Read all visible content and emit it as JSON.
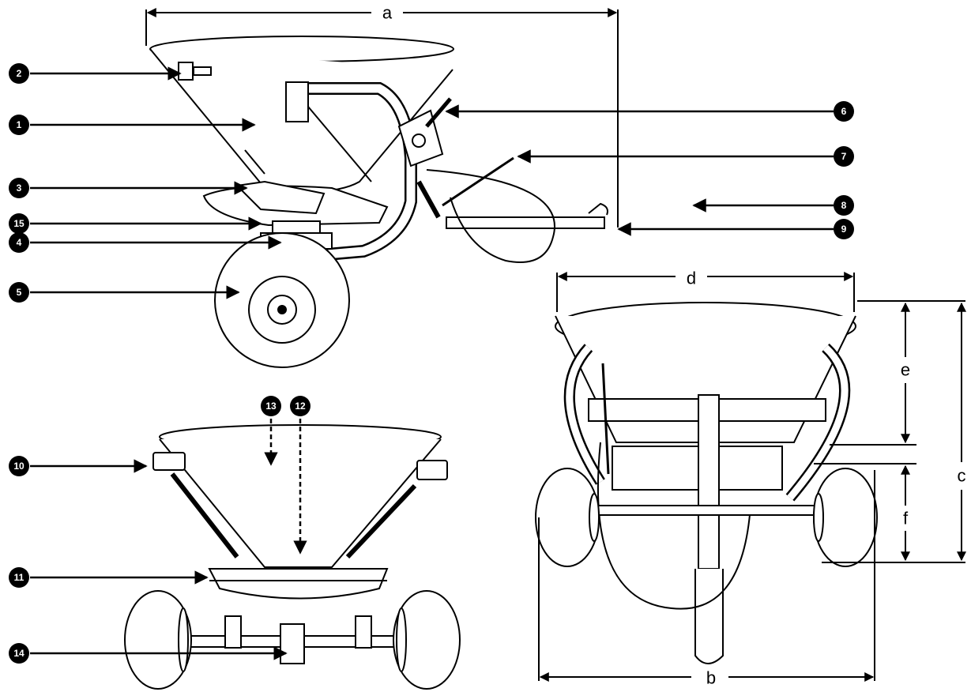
{
  "callouts": [
    "1",
    "2",
    "3",
    "4",
    "5",
    "6",
    "7",
    "8",
    "9",
    "10",
    "11",
    "12",
    "13",
    "14",
    "15"
  ],
  "dimensions": {
    "a": "a",
    "b": "b",
    "c": "c",
    "d": "d",
    "e": "e",
    "f": "f"
  }
}
